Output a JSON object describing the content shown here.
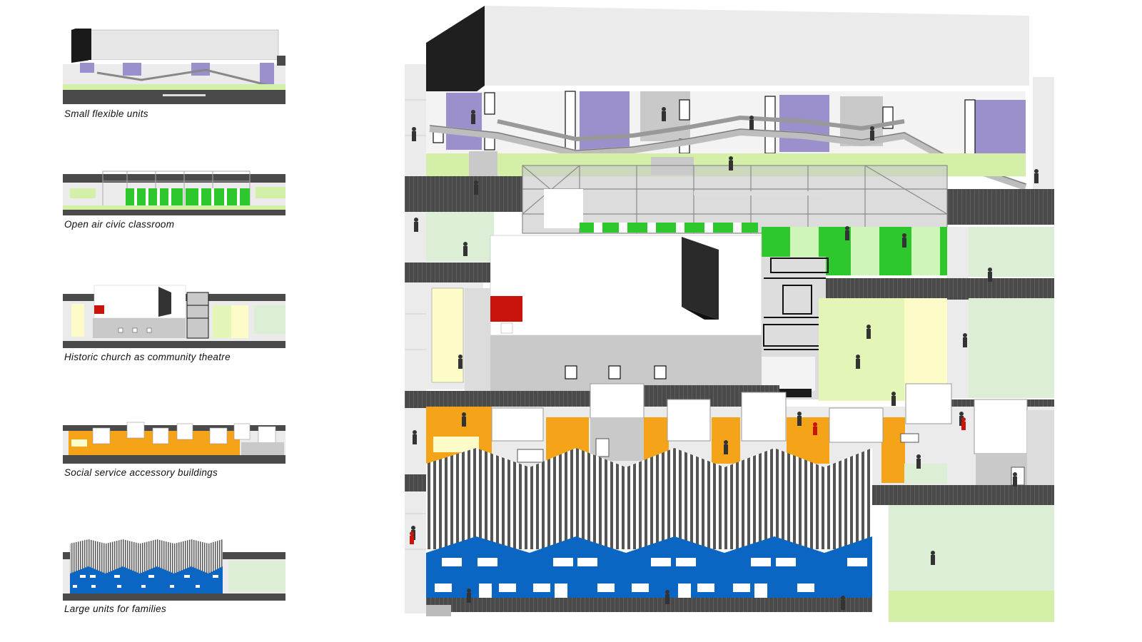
{
  "legend": {
    "captions": [
      "Small flexible units",
      "Open air civic classroom",
      "Historic church as community theatre",
      "Social service accessory buildings",
      "Large units for families"
    ]
  },
  "colors": {
    "purple": "#9b8fcc",
    "green": "#2ec82e",
    "light_green": "#d4f0a8",
    "pale_yellow": "#fdfcc8",
    "orange": "#f5a41a",
    "blue": "#0b66c3",
    "red": "#c8140a",
    "dark_grey": "#4a4a4a",
    "mid_grey": "#c9c9c9",
    "light_grey": "#ebebeb",
    "black": "#1a1a1a"
  }
}
